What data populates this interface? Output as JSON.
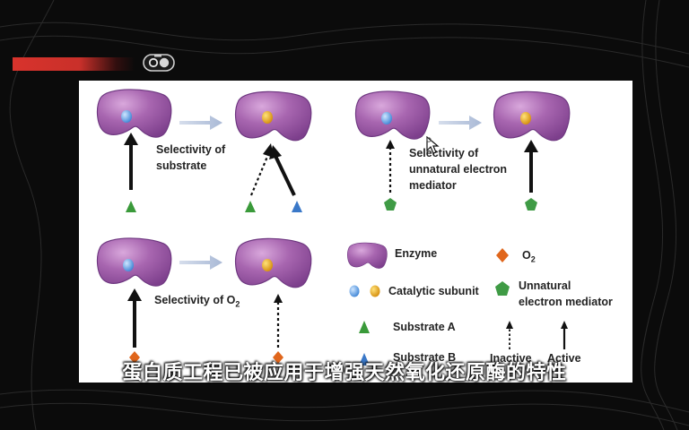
{
  "panels": {
    "substrate": {
      "label_line1": "Selectivity of",
      "label_line2": "substrate"
    },
    "mediator": {
      "label_line1": "Selectivity of",
      "label_line2": "unnatural electron",
      "label_line3": "mediator"
    },
    "oxygen": {
      "label": "Selectivity of O",
      "label_sub": "2"
    }
  },
  "legend": {
    "enzyme": "Enzyme",
    "o2": "O",
    "o2_sub": "2",
    "catalytic": "Catalytic subunit",
    "mediator_line1": "Unnatural",
    "mediator_line2": "electron mediator",
    "substrate_a": "Substrate A",
    "substrate_b": "Substrate B",
    "inactive": "Inactive",
    "active": "Active"
  },
  "subtitle": "蛋白质工程已被应用于增强天然氧化还原酶的特性",
  "colors": {
    "enzyme": "#9b5aa6",
    "enzyme_highlight": "#c98fcf",
    "subunit_blue": "#5aa0e0",
    "subunit_gold": "#e0a21a",
    "substrate_a": "#3a9a3a",
    "substrate_b": "#3a78c8",
    "mediator": "#3f9b45",
    "o2": "#e0661c",
    "process_arrow": "#b6c4dc",
    "accent_red": "#d8332c"
  }
}
